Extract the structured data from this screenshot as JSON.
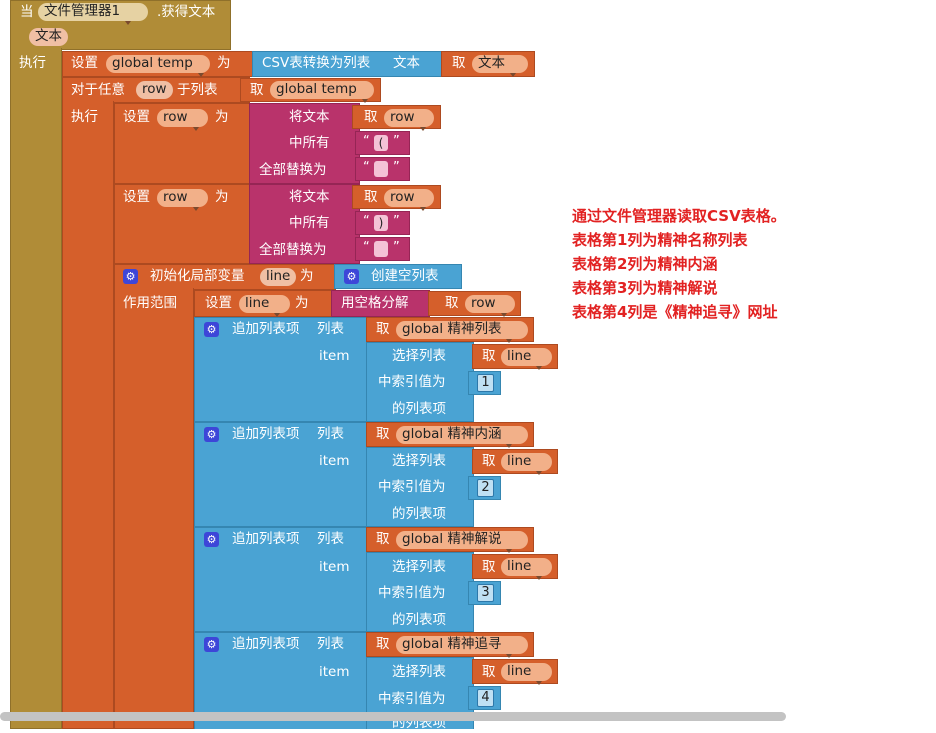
{
  "event": {
    "when": "当",
    "component": "文件管理器1",
    "event_name": ".获得文本",
    "param": "文本",
    "do": "执行"
  },
  "set_global": {
    "set": "设置",
    "var": "global temp",
    "to": "为",
    "csv": "CSV表转换为列表",
    "csv_text": "文本",
    "get": "取",
    "get_var": "文本"
  },
  "foreach": {
    "label": "对于任意",
    "var": "row",
    "in_list": "于列表",
    "get": "取",
    "list": "global temp",
    "do": "执行"
  },
  "replace_blocks": [
    {
      "set": "设置",
      "var": "row",
      "to": "为",
      "text": "将文本",
      "get": "取",
      "get_var": "row",
      "segment": "中所有",
      "seg_char": "(",
      "replace": "全部替换为",
      "rep_char": "",
      "q_open": "“",
      "q_close": "”"
    },
    {
      "set": "设置",
      "var": "row",
      "to": "为",
      "text": "将文本",
      "get": "取",
      "get_var": "row",
      "segment": "中所有",
      "seg_char": ")",
      "replace": "全部替换为",
      "rep_char": "",
      "q_open": "“",
      "q_close": "”"
    }
  ],
  "local_var": {
    "label": "初始化局部变量",
    "name": "line",
    "to": "为",
    "create": "创建空列表",
    "scope": "作用范围"
  },
  "split": {
    "set": "设置",
    "var": "line",
    "to": "为",
    "label": "用空格分解",
    "get": "取",
    "get_var": "row"
  },
  "add_items": [
    {
      "label": "追加列表项",
      "list_kw": "列表",
      "get": "取",
      "list": "global 精神列表",
      "item": "item",
      "select": "选择列表",
      "get2": "取",
      "line": "line",
      "index_label": "中索引值为",
      "index": "1",
      "suffix": "的列表项"
    },
    {
      "label": "追加列表项",
      "list_kw": "列表",
      "get": "取",
      "list": "global 精神内涵",
      "item": "item",
      "select": "选择列表",
      "get2": "取",
      "line": "line",
      "index_label": "中索引值为",
      "index": "2",
      "suffix": "的列表项"
    },
    {
      "label": "追加列表项",
      "list_kw": "列表",
      "get": "取",
      "list": "global 精神解说",
      "item": "item",
      "select": "选择列表",
      "get2": "取",
      "line": "line",
      "index_label": "中索引值为",
      "index": "3",
      "suffix": "的列表项"
    },
    {
      "label": "追加列表项",
      "list_kw": "列表",
      "get": "取",
      "list": "global 精神追寻",
      "item": "item",
      "select": "选择列表",
      "get2": "取",
      "line": "line",
      "index_label": "中索引值为",
      "index": "4",
      "suffix": "的列表项"
    }
  ],
  "annotation": [
    "通过文件管理器读取CSV表格。",
    "表格第1列为精神名称列表",
    "表格第2列为精神内涵",
    "表格第3列为精神解说",
    "表格第4列是《精神追寻》网址"
  ],
  "icons": {
    "mutator": "gear-icon",
    "dropdown": "chevron-down-icon"
  },
  "colors": {
    "event": "#b08c37",
    "procedure": "#d55f2b",
    "text": "#b9336b",
    "list": "#4aa3d3",
    "mutator": "#3d46d8",
    "annotation": "#e22222"
  }
}
